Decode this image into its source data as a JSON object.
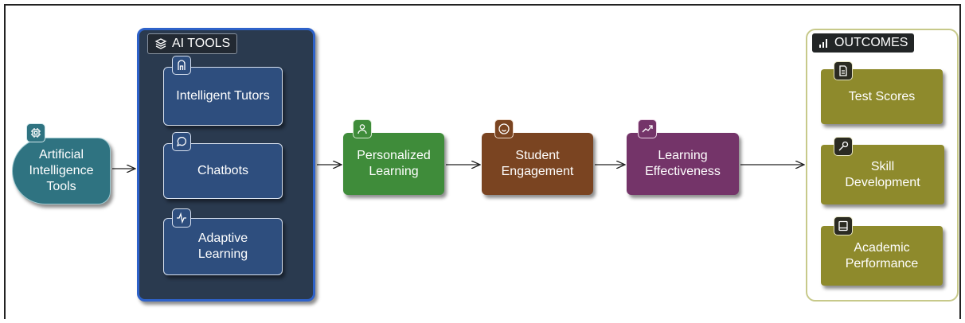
{
  "colors": {
    "ai_source": "#2f7381",
    "tools_group": "#2a3a4f",
    "tools_border": "#2e62c9",
    "tool_box": "#2e4e7e",
    "personalized": "#3f8c3a",
    "engagement": "#7a4421",
    "effectiveness": "#743469",
    "outcome_box": "#8e8a2c",
    "outcomes_border": "#c7c98a"
  },
  "source": {
    "label": "Artificial\nIntelligence Tools",
    "icon": "chip-icon"
  },
  "tools": {
    "header": "AI TOOLS",
    "header_icon": "layers-icon",
    "items": [
      {
        "label": "Intelligent Tutors",
        "icon": "tutor-icon"
      },
      {
        "label": "Chatbots",
        "icon": "chat-bubble-icon"
      },
      {
        "label": "Adaptive\nLearning",
        "icon": "activity-icon"
      }
    ]
  },
  "process": [
    {
      "label": "Personalized\nLearning",
      "icon": "user-icon"
    },
    {
      "label": "Student\nEngagement",
      "icon": "smile-icon"
    },
    {
      "label": "Learning\nEffectiveness",
      "icon": "trending-up-icon"
    }
  ],
  "outcomes": {
    "header": "OUTCOMES",
    "header_icon": "bar-chart-icon",
    "items": [
      {
        "label": "Test Scores",
        "icon": "document-icon"
      },
      {
        "label": "Skill\nDevelopment",
        "icon": "wrench-icon"
      },
      {
        "label": "Academic\nPerformance",
        "icon": "book-icon"
      }
    ]
  }
}
